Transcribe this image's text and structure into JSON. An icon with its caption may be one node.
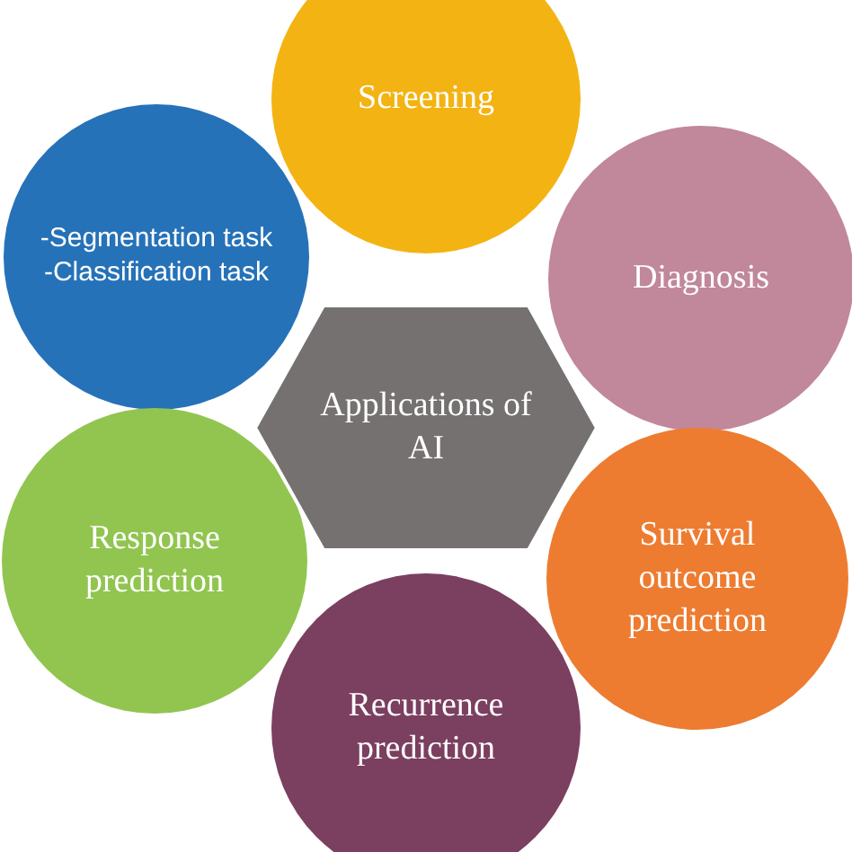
{
  "diagram": {
    "nodes": [
      {
        "text": [
          "Screening"
        ]
      },
      {
        "text": [
          "-Segmentation task",
          "-Classification task"
        ]
      },
      {
        "text": [
          "Diagnosis"
        ]
      },
      {
        "text": [
          "Applications of AI"
        ]
      },
      {
        "text": [
          "Response prediction"
        ]
      },
      {
        "text": [
          "Survival outcome prediction"
        ]
      },
      {
        "text": [
          "Recurrence prediction"
        ]
      }
    ]
  }
}
